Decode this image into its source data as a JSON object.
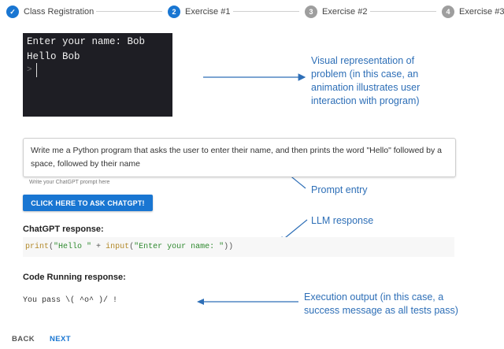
{
  "stepper": {
    "steps": [
      {
        "number": "✓",
        "label": "Class Registration",
        "state": "done"
      },
      {
        "number": "2",
        "label": "Exercise #1",
        "state": "active"
      },
      {
        "number": "3",
        "label": "Exercise #2",
        "state": "todo"
      },
      {
        "number": "4",
        "label": "Exercise #3",
        "state": "todo"
      }
    ]
  },
  "terminal": {
    "line1": "Enter your name: Bob",
    "line2": "Hello Bob",
    "prompt_symbol": ">"
  },
  "annotations": {
    "visual": "Visual representation of problem (in this case, an animation illustrates user interaction with program)",
    "visual_lines": [
      "Visual representation of",
      "problem (in this case, an",
      "animation illustrates user",
      "interaction with program)"
    ],
    "prompt_entry": "Prompt entry",
    "llm_response": "LLM response",
    "execution_lines": [
      "Execution output (in this case, a",
      "success message as all tests pass)"
    ]
  },
  "prompt": {
    "value": "Write me a Python program that asks the user to enter their name, and then prints the word \"Hello\" followed by a space, followed by their name",
    "helper_text": "Write your ChatGPT prompt here"
  },
  "ask_button": {
    "label": "CLICK HERE TO ASK CHATGPT!"
  },
  "chatgpt_response": {
    "title": "ChatGPT response:",
    "code": {
      "fn1": "print",
      "p1": "(",
      "str1": "\"Hello \"",
      "plus": " + ",
      "fn2": "input",
      "p2": "(",
      "str2": "\"Enter your name: \"",
      "close": "))"
    }
  },
  "code_running": {
    "title": "Code Running response:",
    "output": "You pass \\( ^o^ )/ !"
  },
  "navigation": {
    "back": "BACK",
    "next": "NEXT"
  },
  "colors": {
    "accent": "#1976d2",
    "annotation": "#2e6fb7",
    "terminal_bg": "#1e1e24"
  }
}
